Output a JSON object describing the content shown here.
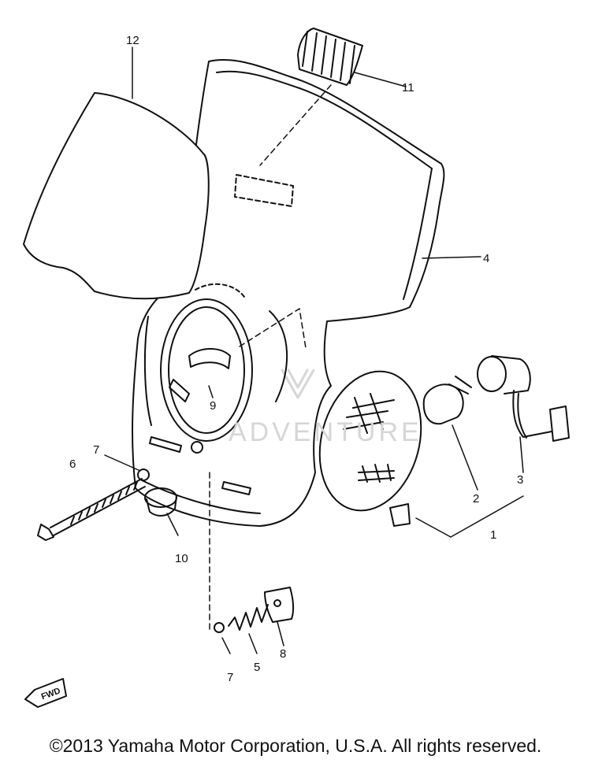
{
  "diagram": {
    "callouts": [
      {
        "id": "1",
        "text": "1"
      },
      {
        "id": "2",
        "text": "2"
      },
      {
        "id": "3",
        "text": "3"
      },
      {
        "id": "4",
        "text": "4"
      },
      {
        "id": "5",
        "text": "5"
      },
      {
        "id": "6",
        "text": "6"
      },
      {
        "id": "7a",
        "text": "7"
      },
      {
        "id": "7b",
        "text": "7"
      },
      {
        "id": "8",
        "text": "8"
      },
      {
        "id": "9",
        "text": "9"
      },
      {
        "id": "10",
        "text": "10"
      },
      {
        "id": "11",
        "text": "11"
      },
      {
        "id": "12",
        "text": "12"
      }
    ],
    "fwd_marker": "FWD",
    "watermark": "ADVENTURE",
    "copyright": "©2013 Yamaha Motor Corporation, U.S.A. All rights reserved."
  }
}
